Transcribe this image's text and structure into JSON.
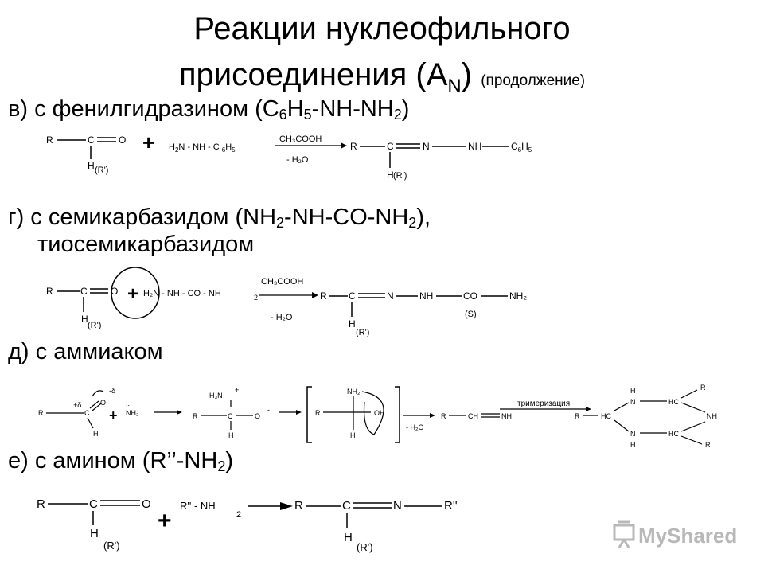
{
  "title": {
    "line1": "Реакции нуклеофильного",
    "line2_main": "присоединения (A",
    "line2_sub": "N",
    "line2_close": ")",
    "line2_note": "(продолжение)"
  },
  "items": {
    "v": {
      "a": "в) с фенилгидразином (C",
      "b": "6",
      "c": "H",
      "d": "5",
      "e": "-NH-NH",
      "f": "2",
      "g": ")"
    },
    "g": {
      "a": "г) с семикарбазидом (NH",
      "b": "2",
      "c": "-NH-CO-NH",
      "d": "2",
      "e": "),"
    },
    "g2": "тиосемикарбазидом",
    "d": "д) с аммиаком",
    "e": {
      "a": "е) с амином (R’’-NH",
      "b": "2",
      "c": ")"
    }
  },
  "reaction1": {
    "R": "R",
    "C": "C",
    "O": "O",
    "H": "H",
    "Hsub": "(R')",
    "plus": "+",
    "reagent_a": "H",
    "reagent_b": "2",
    "reagent_c": "N - NH - C",
    "reagent_d": "6",
    "reagent_e": "H",
    "reagent_f": "5",
    "cond_top": "CH₃COOH",
    "cond_bottom": "- H₂O",
    "p_R": "R",
    "p_C": "C",
    "p_N1": "N",
    "p_NH": "NH",
    "p_C6": "C",
    "p_6": "6",
    "p_H5": "H",
    "p_5": "5",
    "p_H": "H",
    "p_Hsub": "(R')"
  },
  "reaction2": {
    "R": "R",
    "C": "C",
    "O": "O",
    "H": "H",
    "Hsub": "(R')",
    "plus": "+",
    "reagent": "H₂N - NH - CO - NH",
    "reagent_2": "2",
    "cond_top": "CH₃COOH",
    "cond_bottom": "- H₂O",
    "p_R": "R",
    "p_C": "C",
    "p_N": "N",
    "p_NH": "NH",
    "p_CO": "CO",
    "p_S": "(S)",
    "p_NH2": "NH₂",
    "p_H": "H",
    "p_Hsub": "(R')"
  },
  "reaction3": {
    "minus_delta": "-δ",
    "plus_delta": "+δ",
    "R": "R",
    "C": "C",
    "O": "O",
    "H": "H",
    "plus": "+",
    "dots": "..",
    "NH3": "NH₃",
    "i_R": "R",
    "i_C": "C",
    "i_H3N": "H₃N",
    "i_plus": "+",
    "i_O": "O",
    "i_minus": "-",
    "i_H": "H",
    "b_R": "R",
    "b_NH2": "NH₂",
    "b_OH": "OH",
    "b_H": "H",
    "b_cond": "- H₂O",
    "p_R": "R",
    "p_CH": "CH",
    "p_NH": "NH",
    "trimer": "тримеризация",
    "ring_HN_top": "H",
    "ring_N_top": "N",
    "ring_HC_top": "HC",
    "ring_R_top": "R",
    "ring_HC_left": "HC",
    "ring_NH_right": "NH",
    "ring_N_bot": "N",
    "ring_H_bot": "H",
    "ring_HC_bot": "HC",
    "ring_R_bot": "R",
    "ring_R_left": "R"
  },
  "reaction4": {
    "R": "R",
    "C": "C",
    "O": "O",
    "H": "H",
    "Hsub": "(R')",
    "plus": "+",
    "reagent": "R'' - NH",
    "reagent_2": "2",
    "p_R": "R",
    "p_C": "C",
    "p_N": "N",
    "p_R2": "R''",
    "p_H": "H",
    "p_Hsub": "(R')"
  },
  "watermark": "MyShared",
  "colors": {
    "watermark": "#b8b8b8",
    "text": "#000000"
  }
}
